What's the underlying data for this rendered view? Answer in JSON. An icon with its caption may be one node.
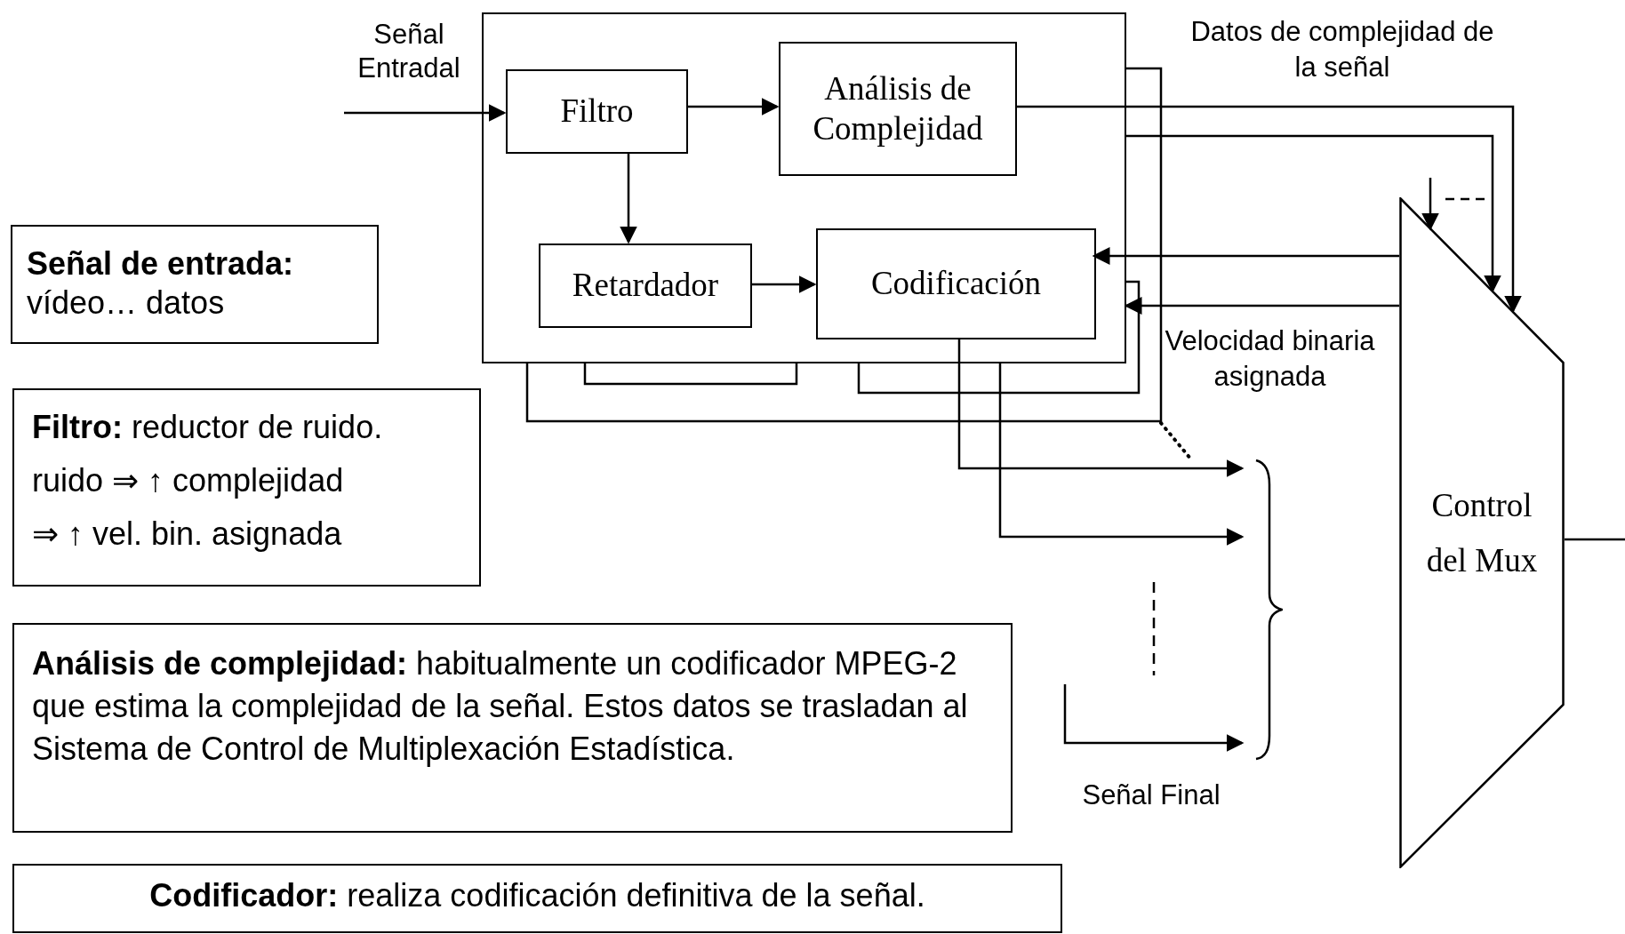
{
  "diagram": {
    "nodes": [
      {
        "text": [],
        "shape": "box"
      },
      {
        "text": [
          "Filtro"
        ],
        "in": 0
      },
      {
        "text": [
          "Análisis de Complejidad"
        ],
        "in": 0
      },
      {
        "text": [
          "Retardador"
        ],
        "in": 0
      },
      {
        "text": [
          "Codificación"
        ],
        "in": 0
      },
      {
        "text": [
          "Control del Mux"
        ]
      },
      {
        "text": [
          "Señal de entrada:",
          "vídeo… datos"
        ]
      },
      {
        "text": [
          "**Filtro:** reductor de ruido.",
          "ruido ⇒ ↑ complejidad",
          "⇒ ↑ vel. bin. asignada"
        ]
      },
      {
        "text": [
          "**Análisis de complejidad:** habitualmente un codificador MPEG-2 que estima la complejidad de la señal. Estos datos se trasladan al Sistema de Control de Multiplexación Estadística."
        ]
      },
      {
        "text": [
          "**Codificador:** realiza codificación definitiva de la señal."
        ]
      },
      {
        "text": [],
        "shape": "brace"
      }
    ],
    "edges": [
      {
        "from": null,
        "to": 1,
        "arrow": "to",
        "label": "Señal Entradal"
      },
      {
        "from": 1,
        "to": 2,
        "arrow": "to"
      },
      {
        "from": 1,
        "to": 3,
        "arrow": "to"
      },
      {
        "from": 3,
        "to": 4,
        "arrow": "to"
      },
      {
        "from": 2,
        "to": 5,
        "arrow": "to"
      },
      {
        "from": 0,
        "to": 5,
        "arrow": "to"
      },
      {
        "from": null,
        "to": 5,
        "arrow": "to"
      },
      {
        "from": 5,
        "to": 4,
        "arrow": "to"
      },
      {
        "from": 5,
        "to": 0,
        "arrow": "to"
      },
      {
        "from": 4,
        "to": 10,
        "arrow": "to"
      },
      {
        "from": 0,
        "to": 10,
        "arrow": "to"
      },
      {
        "from": null,
        "to": 10,
        "arrow": "to"
      },
      {
        "from": 5,
        "to": null,
        "arrow": "none"
      }
    ],
    "labels": [
      "Datos de complejidad de la señal",
      "Velocidad binaria asignada",
      "Señal Final"
    ]
  }
}
